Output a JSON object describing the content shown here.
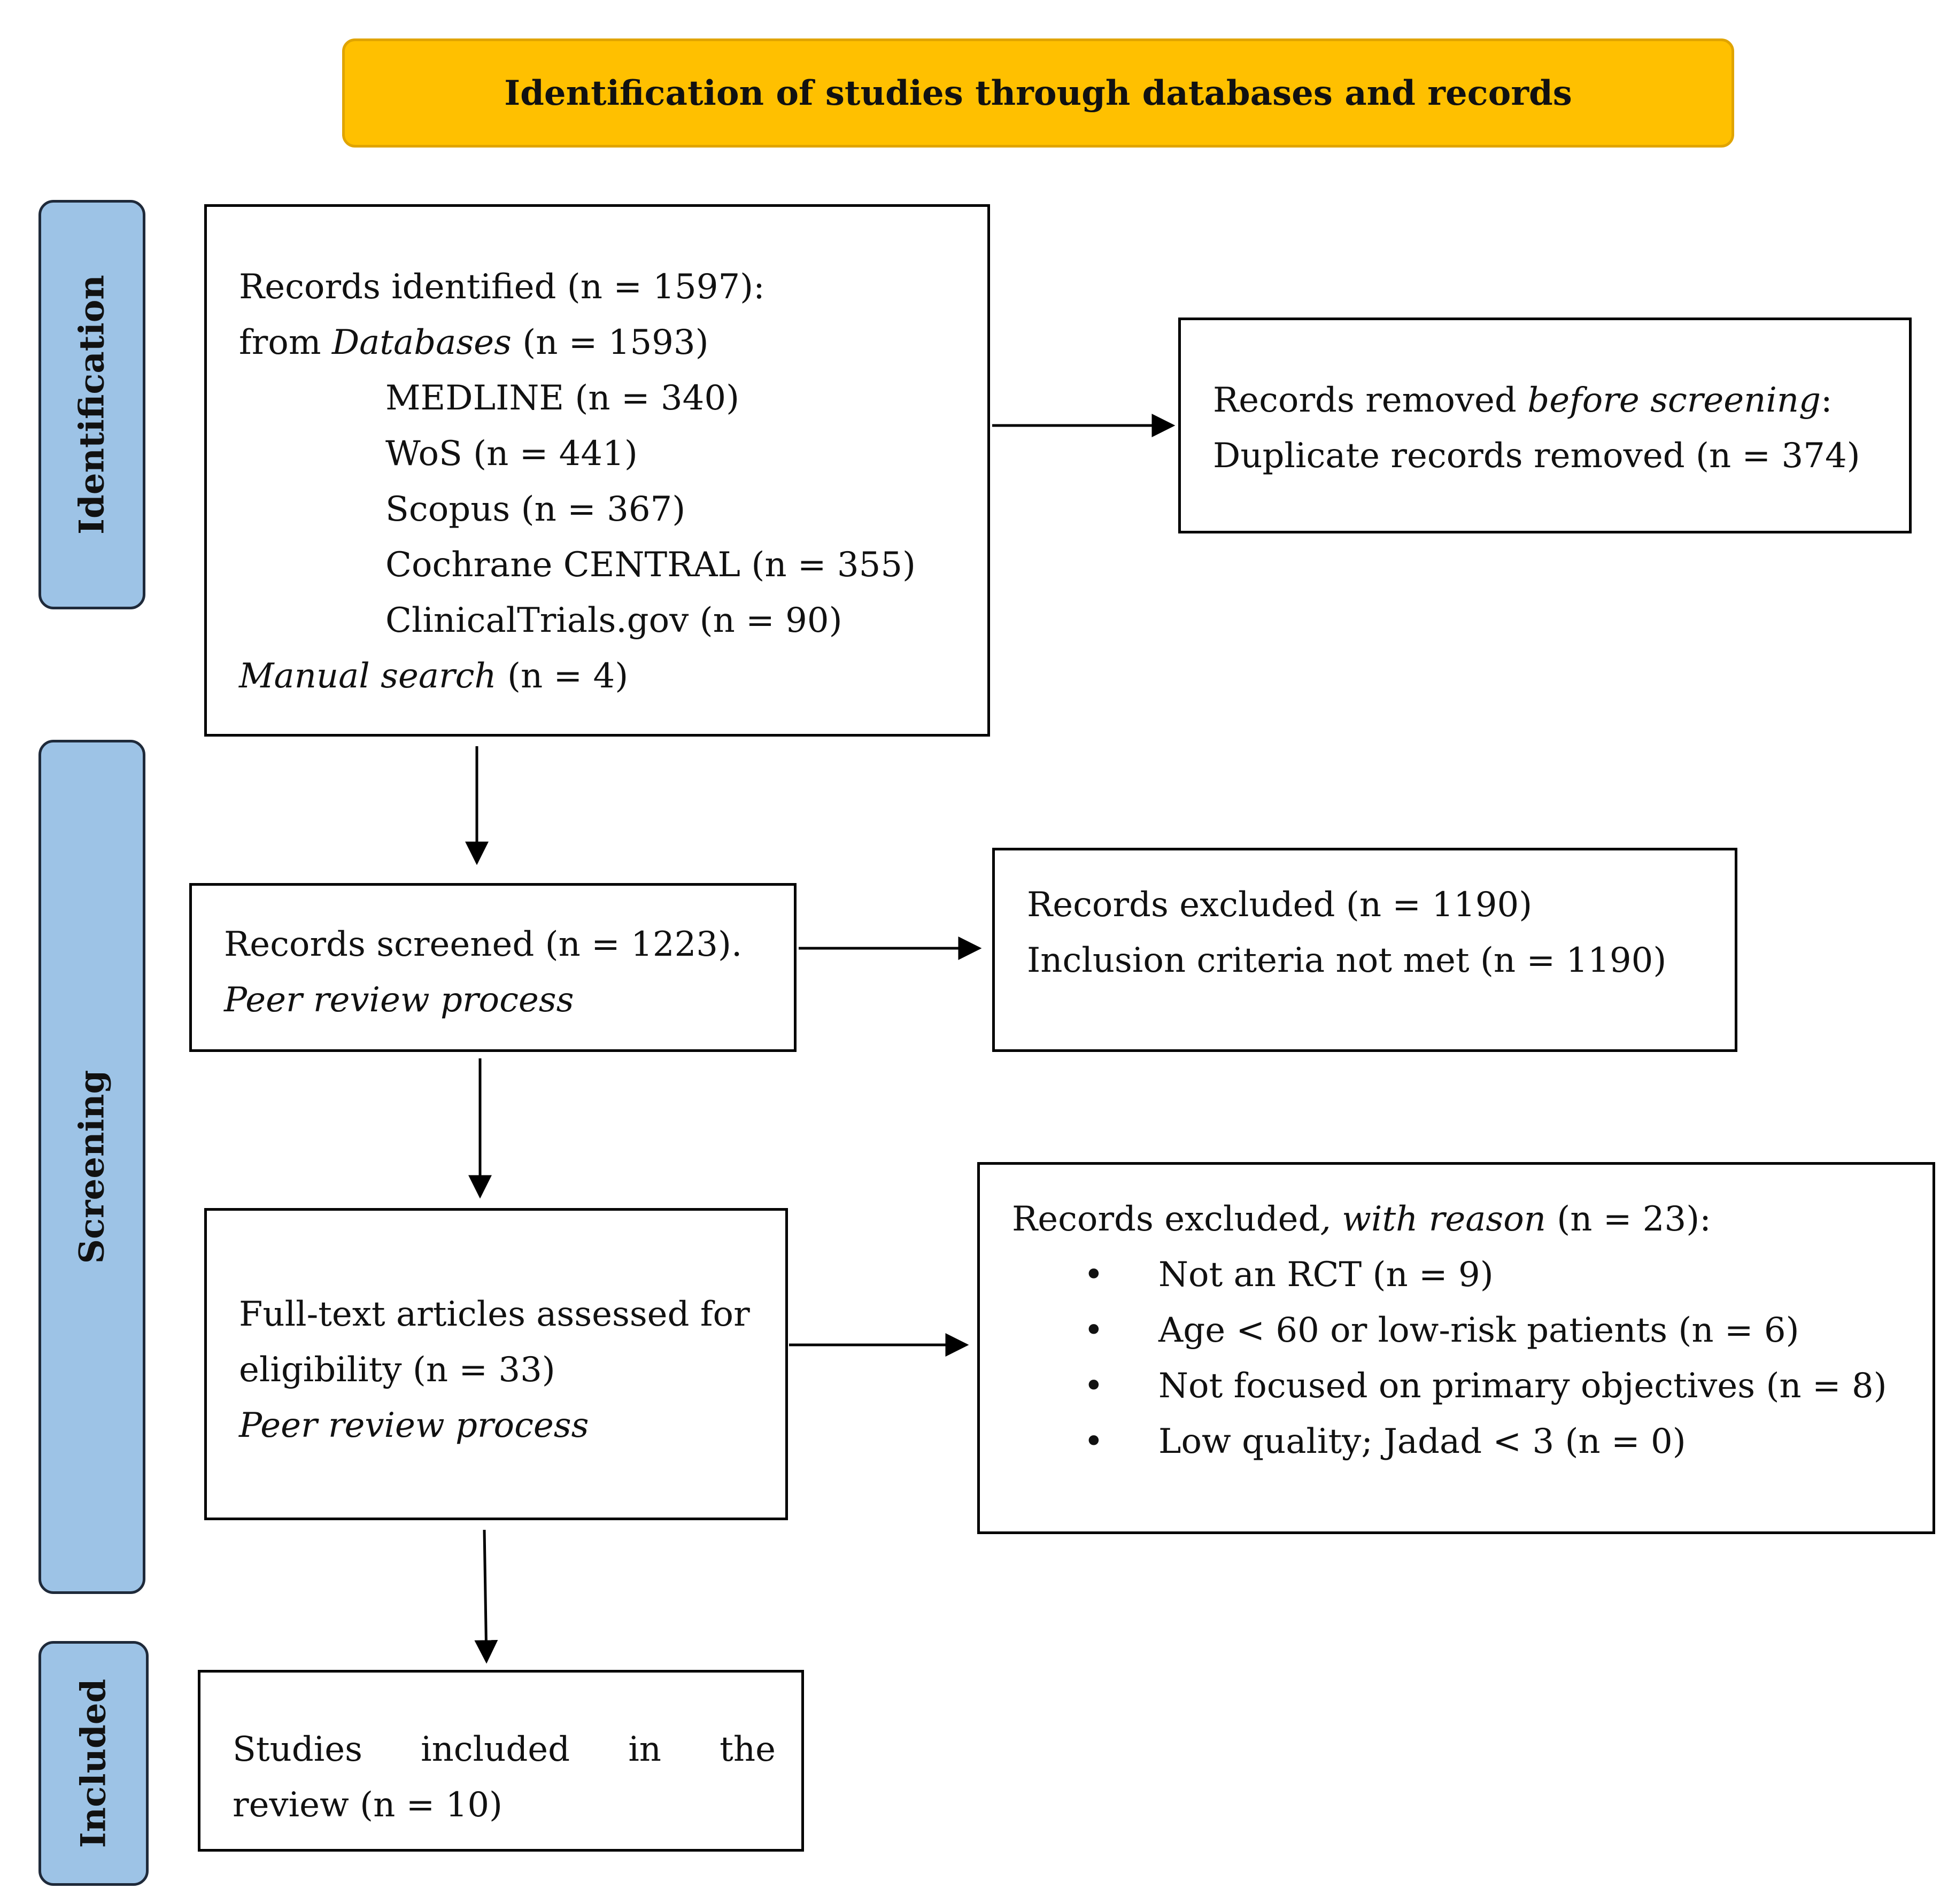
{
  "header": {
    "title": "Identification of studies through databases and records"
  },
  "phases": {
    "identification": "Identification",
    "screening": "Screening",
    "included": "Included"
  },
  "identification_box": {
    "line1": "Records identified (n = 1597):",
    "line2_prefix": "from ",
    "line2_em": "Databases",
    "line2_suffix": " (n = 1593)",
    "databases": [
      "MEDLINE (n = 340)",
      "WoS (n = 441)",
      "Scopus (n = 367)",
      "Cochrane CENTRAL (n = 355)",
      "ClinicalTrials.gov (n = 90)"
    ],
    "manual_em": "Manual search",
    "manual_suffix": " (n = 4)"
  },
  "removed_box": {
    "line1_prefix": "Records removed ",
    "line1_em": "before screening",
    "line1_suffix": ":",
    "line2": "Duplicate records removed (n = 374)"
  },
  "screened_box": {
    "line1": "Records screened (n = 1223).",
    "line2_em": "Peer review process"
  },
  "excluded_box": {
    "line1": "Records excluded (n = 1190)",
    "line2": "Inclusion criteria not met (n = 1190)"
  },
  "fulltext_box": {
    "line1": "Full-text articles assessed for",
    "line2": "eligibility (n = 33)",
    "line3_em": "Peer review process"
  },
  "reasons_box": {
    "line1_prefix": "Records excluded",
    "line1_em": ", with reason",
    "line1_suffix": " (n = 23):",
    "reasons": [
      "Not an RCT (n = 9)",
      "Age < 60 or low-risk patients (n = 6)",
      "Not focused on primary objectives (n = 8)",
      "Low quality; Jadad < 3 (n = 0)"
    ]
  },
  "included_box": {
    "line1_words": [
      "Studies",
      "included",
      "in",
      "the"
    ],
    "line2": "review (n = 10)"
  }
}
